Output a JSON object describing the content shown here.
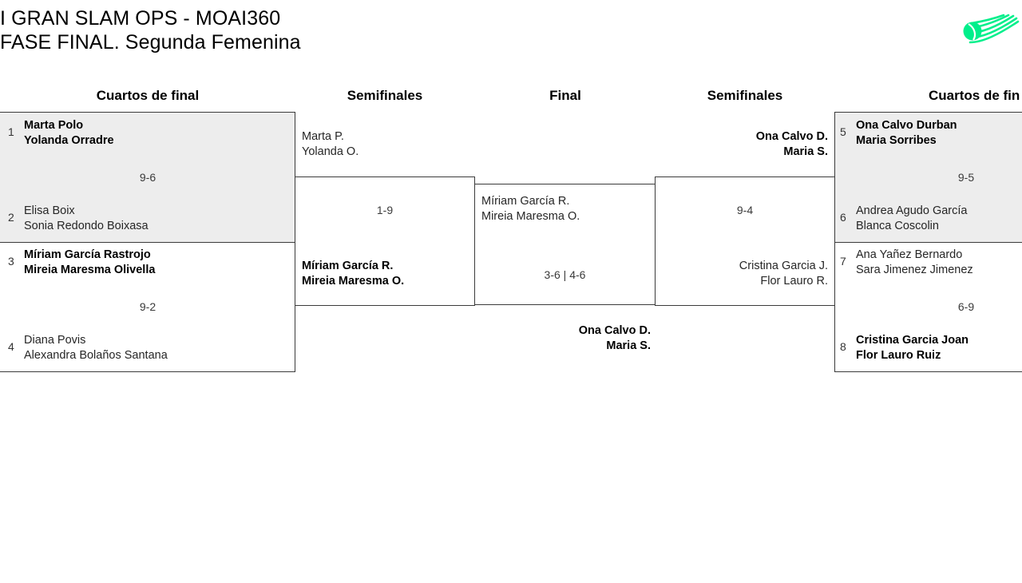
{
  "header": {
    "title_line1": "I GRAN SLAM OPS - MOAI360",
    "title_line2": "FASE FINAL. Segunda Femenina",
    "logo_name": "tennis-ball-swoosh-logo",
    "logo_color": "#00EF8B"
  },
  "rounds": {
    "qf_left": "Cuartos de final",
    "sf_left": "Semifinales",
    "final": "Final",
    "sf_right": "Semifinales",
    "qf_right": "Cuartos de fin"
  },
  "colors": {
    "shaded_box": "#EDEDED",
    "border": "#3B3B3B",
    "text": "#1A1A1A",
    "score_text": "#3A3A3A"
  },
  "bracket": {
    "qf_left": [
      {
        "seed_top": "1",
        "top_p1": "Marta Polo",
        "top_p2": "Yolanda Orradre",
        "top_winner": true,
        "score": "9-6",
        "seed_bottom": "2",
        "bottom_p1": "Elisa Boix",
        "bottom_p2": "Sonia Redondo Boixasa",
        "bottom_winner": false
      },
      {
        "seed_top": "3",
        "top_p1": "Míriam García Rastrojo",
        "top_p2": "Mireia Maresma Olivella",
        "top_winner": true,
        "score": "9-2",
        "seed_bottom": "4",
        "bottom_p1": "Diana Povis",
        "bottom_p2": "Alexandra Bolaños Santana",
        "bottom_winner": false
      }
    ],
    "sf_left": {
      "top_p1": "Marta P.",
      "top_p2": "Yolanda O.",
      "top_winner": false,
      "score": "1-9",
      "bottom_p1": "Míriam García R.",
      "bottom_p2": "Mireia Maresma O.",
      "bottom_winner": true
    },
    "final": {
      "top_p1": "Míriam García R.",
      "top_p2": "Mireia Maresma O.",
      "top_winner": false,
      "score": "3-6 | 4-6",
      "bottom_p1": "Ona Calvo D.",
      "bottom_p2": "Maria S.",
      "bottom_winner": true
    },
    "sf_right": {
      "top_p1": "Ona Calvo D.",
      "top_p2": "Maria S.",
      "top_winner": true,
      "score": "9-4",
      "bottom_p1": "Cristina Garcia J.",
      "bottom_p2": "Flor Lauro R.",
      "bottom_winner": false
    },
    "qf_right": [
      {
        "seed_top": "5",
        "top_p1": "Ona Calvo Durban",
        "top_p2": "Maria Sorribes",
        "top_winner": true,
        "score": "9-5",
        "seed_bottom": "6",
        "bottom_p1": "Andrea Agudo García",
        "bottom_p2": "Blanca Coscolin",
        "bottom_winner": false
      },
      {
        "seed_top": "7",
        "top_p1": "Ana Yañez Bernardo",
        "top_p2": "Sara Jimenez Jimenez",
        "top_winner": false,
        "score": "6-9",
        "seed_bottom": "8",
        "bottom_p1": "Cristina Garcia Joan",
        "bottom_p2": "Flor Lauro Ruiz",
        "bottom_winner": true
      }
    ]
  }
}
